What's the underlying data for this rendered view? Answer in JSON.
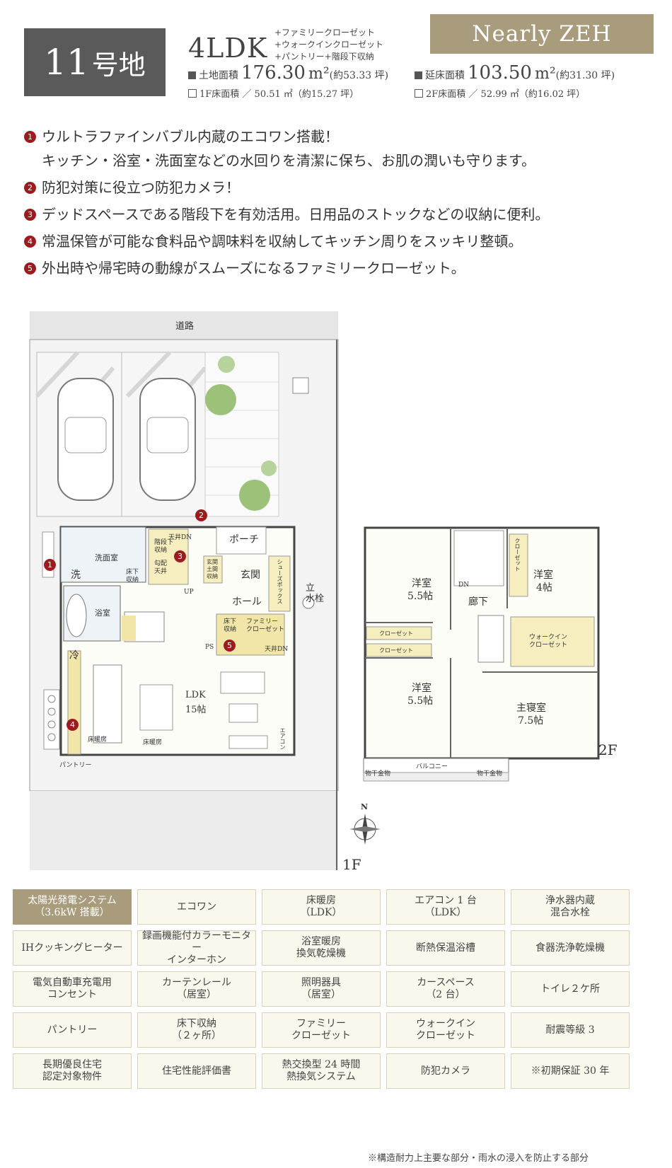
{
  "header": {
    "lot_number": "11",
    "lot_suffix": "号地",
    "layout": "4LDK",
    "options": [
      "+ファミリークローゼット",
      "+ウォークインクローゼット",
      "+パントリー+階段下収納"
    ],
    "badge": "Nearly ZEH"
  },
  "areas": {
    "land_label": "土地面積",
    "land_value": "176.30",
    "land_unit": "m²",
    "land_tsubo": "(約53.33 坪)",
    "floor_label": "延床面積",
    "floor_value": "103.50",
    "floor_unit": "m²",
    "floor_tsubo": "(約31.30 坪)",
    "f1": "1F床面積 ／ 50.51 ㎡（約15.27 坪）",
    "f2": "2F床面積 ／ 52.99 ㎡（約16.02 坪）"
  },
  "features": [
    {
      "num": "1",
      "lines": [
        "ウルトラファインバブル内蔵のエコワン搭載！",
        "キッチン・浴室・洗面室などの水回りを清潔に保ち、お肌の潤いも守ります。"
      ]
    },
    {
      "num": "2",
      "lines": [
        "防犯対策に役立つ防犯カメラ！"
      ]
    },
    {
      "num": "3",
      "lines": [
        "デッドスペースである階段下を有効活用。日用品のストックなどの収納に便利。"
      ]
    },
    {
      "num": "4",
      "lines": [
        "常温保管が可能な食料品や調味料を収納してキッチン周りをスッキリ整頓。"
      ]
    },
    {
      "num": "5",
      "lines": [
        "外出時や帰宅時の動線がスムーズになるファミリークローゼット。"
      ]
    }
  ],
  "plan1f": {
    "road": "道路",
    "porch": "ポーチ",
    "genkan": "玄関",
    "hall": "ホール",
    "washroom": "洗面室",
    "wash": "洗",
    "bath": "浴室",
    "underfloor1": "床下\n収納",
    "stair_storage": "階段下\n収納",
    "tenjo_dn": "天井DN",
    "kobai": "勾配\n天井",
    "genkan_storage": "玄関\n土間\n収納",
    "shoebox": "シューズボックス",
    "up": "UP",
    "standpipe": "立\n水栓",
    "underfloor2": "床下\n収納",
    "family_closet": "ファミリー\nクローゼット",
    "tenjo_dn2": "天井DN",
    "ps": "PS",
    "fridge": "冷",
    "ldk": "LDK",
    "ldk_size": "15帖",
    "floor_heat1": "床暖房",
    "floor_heat2": "床暖房",
    "aircon": "エアコン",
    "pantry": "パントリー",
    "label": "1F"
  },
  "plan2f": {
    "room1": "洋室",
    "room1_size": "5.5帖",
    "room2": "洋室",
    "room2_size": "4帖",
    "room3": "洋室",
    "room3_size": "5.5帖",
    "master": "主寝室",
    "master_size": "7.5帖",
    "corridor": "廊下",
    "dn": "DN",
    "closet1": "クローゼット",
    "closet2": "クローゼット",
    "closet3": "クローゼット",
    "walkin": "ウォークイン\nクローゼット",
    "balcony": "バルコニー",
    "hanger1": "物干金物",
    "hanger2": "物干金物",
    "label": "2F"
  },
  "compass": {
    "n": "N"
  },
  "equipment": [
    {
      "text": "太陽光発電システム\n（3.6kW 搭載）",
      "highlight": true
    },
    {
      "text": "エコワン"
    },
    {
      "text": "床暖房\n（LDK）"
    },
    {
      "text": "エアコン 1 台\n（LDK）"
    },
    {
      "text": "浄水器内蔵\n混合水栓"
    },
    {
      "text": "IHクッキングヒーター"
    },
    {
      "text": "録画機能付カラーモニター\nインターホン"
    },
    {
      "text": "浴室暖房\n換気乾燥機"
    },
    {
      "text": "断熱保温浴槽"
    },
    {
      "text": "食器洗浄乾燥機"
    },
    {
      "text": "電気自動車充電用\nコンセント"
    },
    {
      "text": "カーテンレール\n（居室）"
    },
    {
      "text": "照明器具\n（居室）"
    },
    {
      "text": "カースペース\n（2 台）"
    },
    {
      "text": "トイレ２ケ所"
    },
    {
      "text": "パントリー"
    },
    {
      "text": "床下収納\n（２ヶ所）"
    },
    {
      "text": "ファミリー\nクローゼット"
    },
    {
      "text": "ウォークイン\nクローゼット"
    },
    {
      "text": "耐震等級 3"
    },
    {
      "text": "長期優良住宅\n認定対象物件"
    },
    {
      "text": "住宅性能評価書"
    },
    {
      "text": "熱交換型 24 時間\n熱換気システム"
    },
    {
      "text": "防犯カメラ"
    },
    {
      "text": "※初期保証 30 年"
    }
  ],
  "footnote": "※構造耐力上主要な部分・雨水の浸入を防止する部分"
}
